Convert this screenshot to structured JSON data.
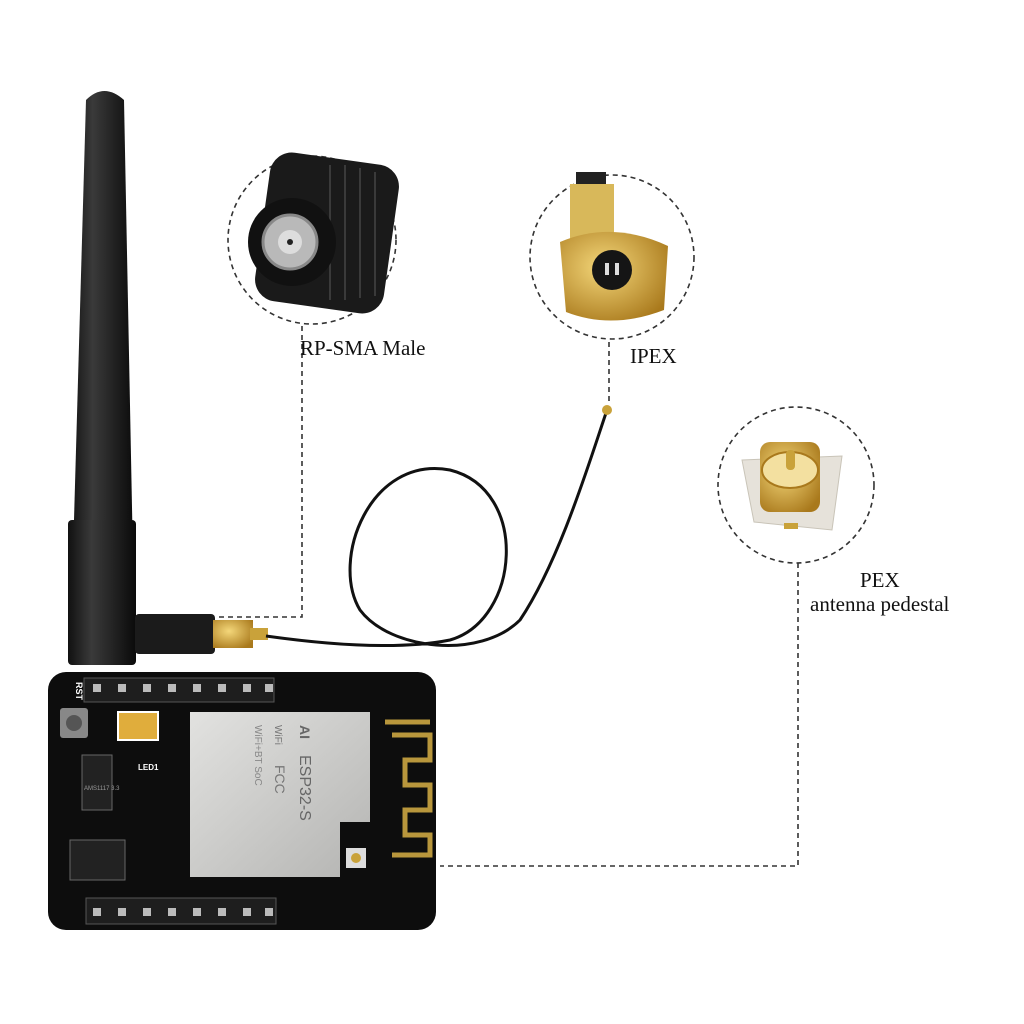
{
  "callouts": {
    "rp_sma": {
      "label": "RP-SMA Male"
    },
    "ipex": {
      "label": "IPEX"
    },
    "pex": {
      "title": "PEX",
      "subtitle": "antenna pedestal"
    }
  },
  "board": {
    "rst_label": "RST",
    "led_label": "LED1",
    "module_brand": "AI",
    "module_model": "ESP32-S",
    "module_text": "WiFi+BT SoC",
    "fcc_mark": "FCC",
    "wifi_mark": "WiFi",
    "regulator": "AMS1117 3.3"
  },
  "colors": {
    "pcb": "#0d0d0d",
    "shield": "#c8c8c6",
    "gold": "#c9a23a",
    "dashed": "#333333"
  }
}
